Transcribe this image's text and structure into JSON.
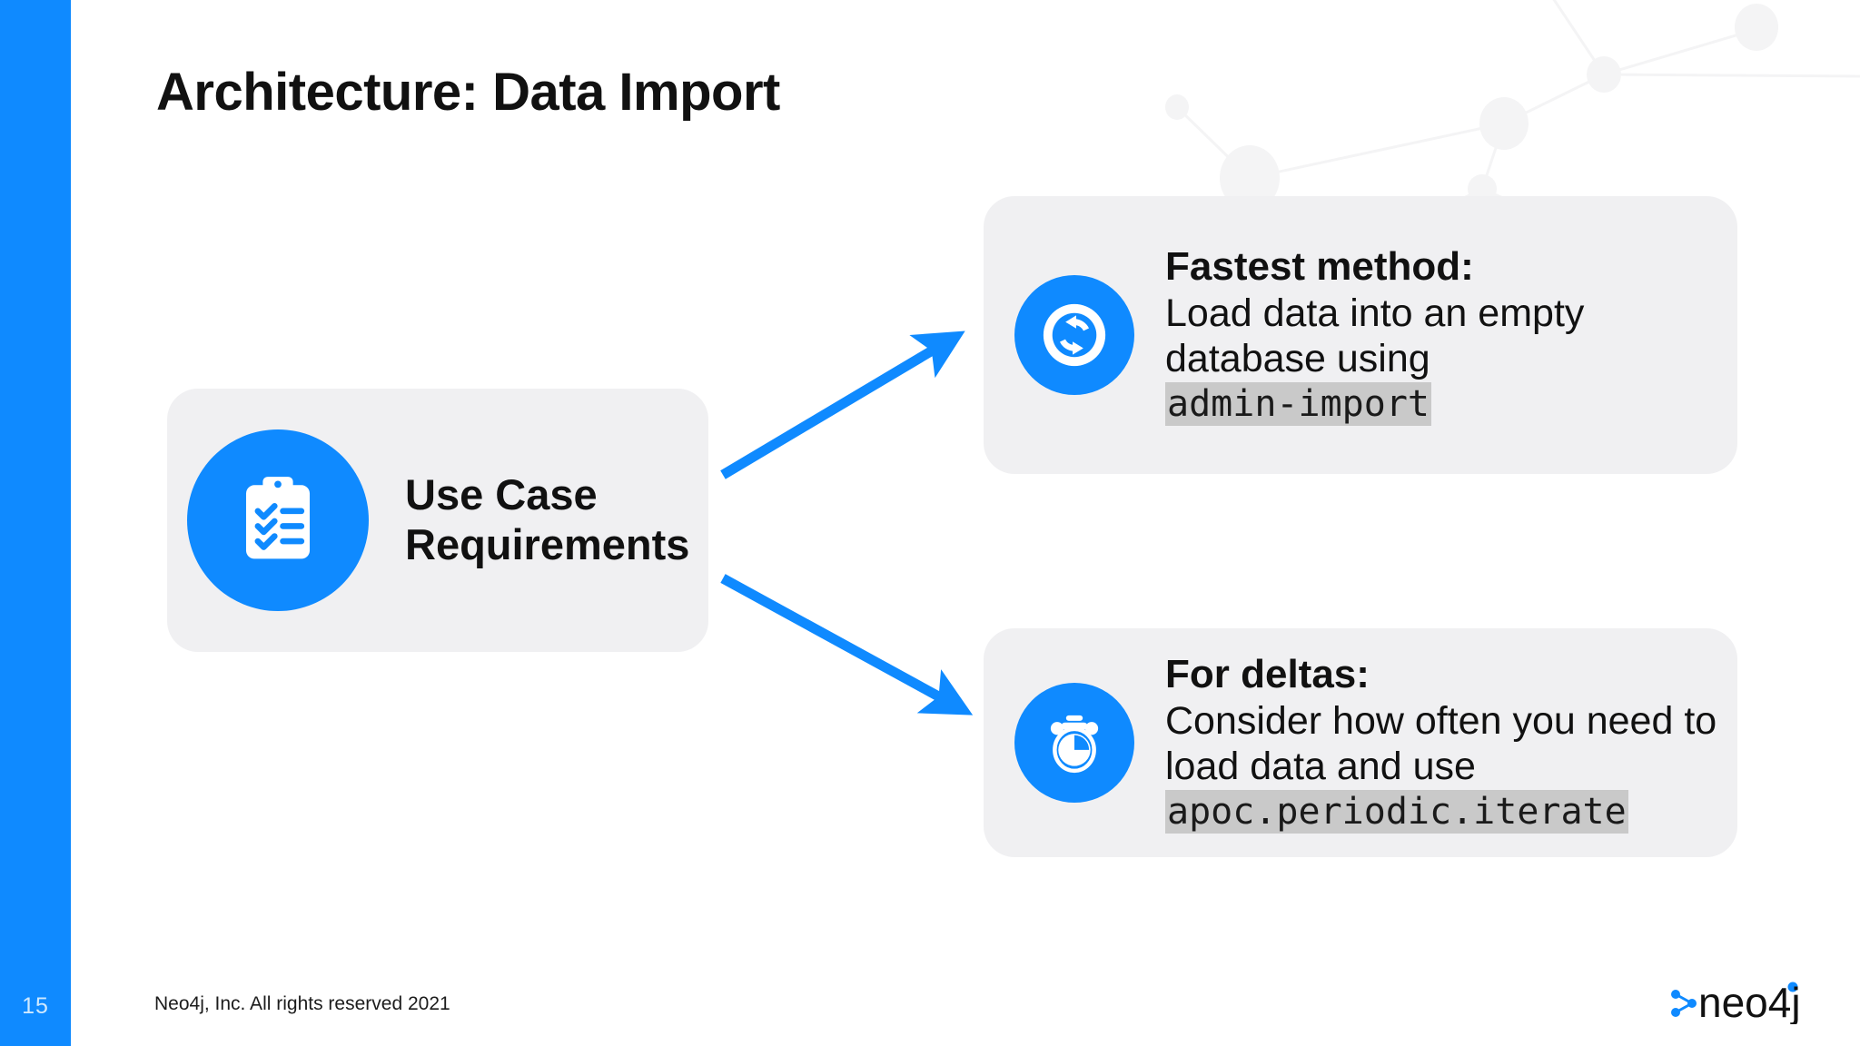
{
  "slide": {
    "title": "Architecture: Data Import",
    "page_number": "15",
    "accent_blue": "#0f8aff",
    "card_background": "#f0f0f2",
    "code_highlight": "#c9c9c9"
  },
  "source_card": {
    "icon": "clipboard-checklist-icon",
    "heading": "Use Case\nRequirements"
  },
  "cards": [
    {
      "id": "fastest",
      "icon": "sync-refresh-icon",
      "lede": "Fastest method:",
      "text": "Load data into an empty database using",
      "code": "admin-import"
    },
    {
      "id": "deltas",
      "icon": "stopwatch-icon",
      "lede": "For deltas:",
      "text": "Consider how often you need to load data and use",
      "code": "apoc.periodic.iterate"
    }
  ],
  "footer": {
    "copyright": "Neo4j, Inc. All rights reserved 2021",
    "logo_text": "neo4j"
  }
}
